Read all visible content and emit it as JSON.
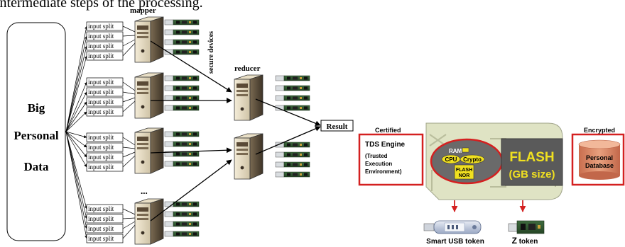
{
  "header": {
    "fragment": "intermediate steps of the processing."
  },
  "left": {
    "source": [
      "Big",
      "Personal",
      "Data"
    ],
    "split_label": "input split",
    "mapper_label": "mapper",
    "reducer_label": "reducer",
    "devices_label": "secure devices",
    "ellipsis": "...",
    "result_label": "Result"
  },
  "right": {
    "certified": {
      "title": "Certified",
      "engine": "TDS Engine",
      "desc": [
        "(Trusted",
        "Execution",
        "Environment)"
      ]
    },
    "encrypted": {
      "title": "Encrypted",
      "db": [
        "Personal",
        "Database"
      ]
    },
    "chip": {
      "ram": "RAM",
      "cpu": "CPU",
      "crypto": "Crypto",
      "flash_nor": [
        "FLASH",
        "NOR"
      ],
      "flash": "FLASH",
      "flash_size": "(GB size)"
    },
    "tokens": {
      "usb": "Smart USB token",
      "z_letter": "Z",
      "z_rest": " token"
    }
  },
  "colors": {
    "accent_red": "#d42020",
    "flash_block": "#5a5a5a",
    "chip_body": "#dfe3c4",
    "nor_yellow": "#f0e020",
    "db_fill": "#d98a66"
  }
}
